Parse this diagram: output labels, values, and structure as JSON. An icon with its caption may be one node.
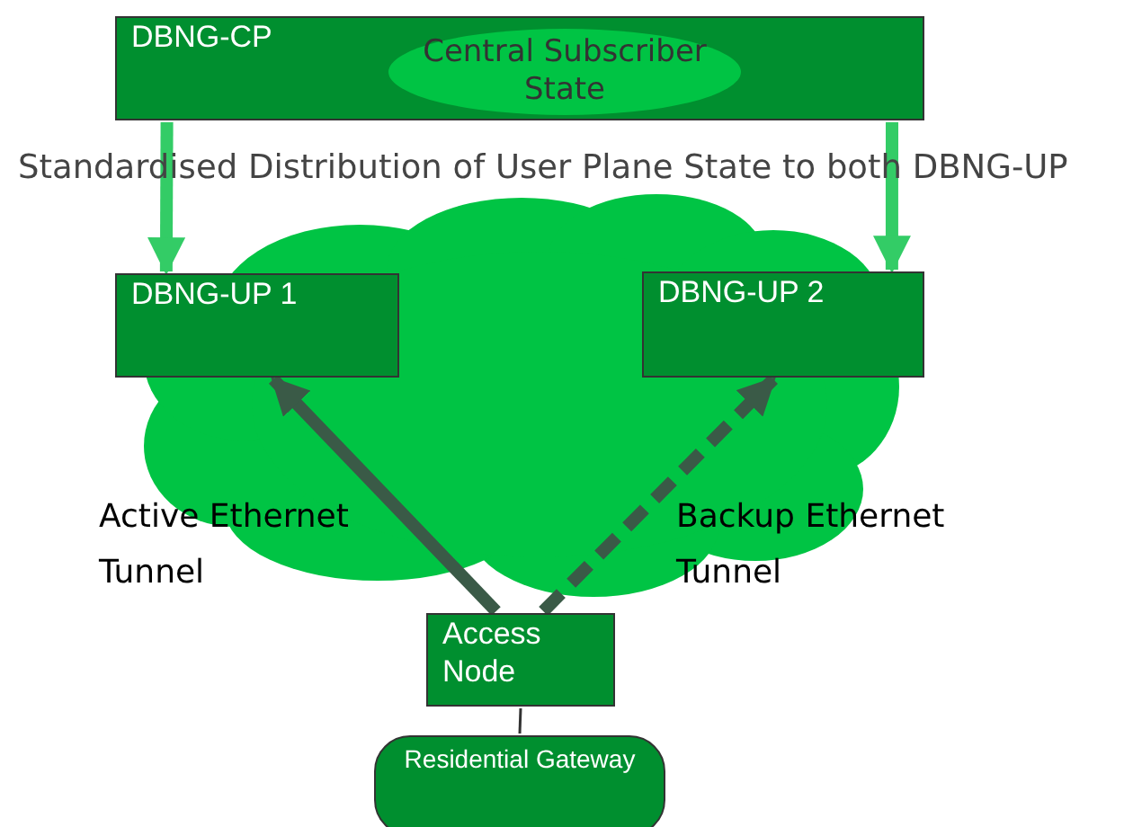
{
  "diagram": {
    "nodes": [
      {
        "text": [
          "DBNG-CP"
        ]
      },
      {
        "text": [
          "Central Subscriber State"
        ],
        "in": 0
      },
      {
        "text": [
          "DBNG-UP 1"
        ]
      },
      {
        "text": [
          "DBNG-UP 2"
        ]
      },
      {
        "text": [
          "Access Node"
        ]
      },
      {
        "text": [
          "Residential Gateway"
        ]
      }
    ],
    "edges": [
      {
        "from": 0,
        "to": 2,
        "arrow": "to",
        "color": "#33cc66"
      },
      {
        "from": 0,
        "to": 3,
        "arrow": "to",
        "color": "#33cc66"
      },
      {
        "from": 4,
        "to": 2,
        "arrow": "to",
        "color": "#3a5a47",
        "label": "Active Ethernet Tunnel"
      },
      {
        "from": 4,
        "to": 3,
        "arrow": "to",
        "style": "dashed",
        "color": "#3a5a47",
        "label": "Backup Ethernet Tunnel"
      },
      {
        "from": 4,
        "to": 5,
        "arrow": "none",
        "color": "#333333"
      }
    ],
    "labels": [
      "Standardised Distribution of User Plane State to both DBNG-UP"
    ]
  }
}
